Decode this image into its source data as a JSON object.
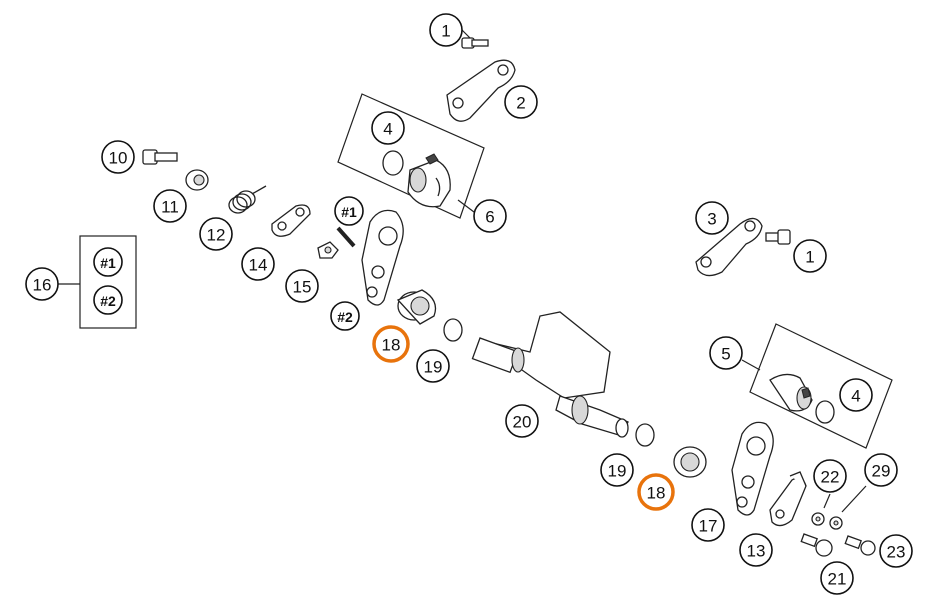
{
  "diagram": {
    "callouts": [
      {
        "id": "c1a",
        "label": "1"
      },
      {
        "id": "c2",
        "label": "2"
      },
      {
        "id": "c4a",
        "label": "4"
      },
      {
        "id": "c6",
        "label": "6"
      },
      {
        "id": "c10",
        "label": "10"
      },
      {
        "id": "c11",
        "label": "11"
      },
      {
        "id": "c12",
        "label": "12"
      },
      {
        "id": "c14",
        "label": "14"
      },
      {
        "id": "c15",
        "label": "15"
      },
      {
        "id": "c16",
        "label": "16"
      },
      {
        "id": "c3",
        "label": "3"
      },
      {
        "id": "c1b",
        "label": "1"
      },
      {
        "id": "c5",
        "label": "5"
      },
      {
        "id": "c4b",
        "label": "4"
      },
      {
        "id": "c18a",
        "label": "18"
      },
      {
        "id": "c19a",
        "label": "19"
      },
      {
        "id": "c20",
        "label": "20"
      },
      {
        "id": "c19b",
        "label": "19"
      },
      {
        "id": "c18b",
        "label": "18"
      },
      {
        "id": "c17",
        "label": "17"
      },
      {
        "id": "c13",
        "label": "13"
      },
      {
        "id": "c22",
        "label": "22"
      },
      {
        "id": "c29",
        "label": "29"
      },
      {
        "id": "c21",
        "label": "21"
      },
      {
        "id": "c23",
        "label": "23"
      }
    ],
    "markers": [
      {
        "id": "m1",
        "label": "#1"
      },
      {
        "id": "m2",
        "label": "#2"
      },
      {
        "id": "k1",
        "label": "#1"
      },
      {
        "id": "k2",
        "label": "#2"
      }
    ],
    "highlight_color": "#e8730c"
  }
}
